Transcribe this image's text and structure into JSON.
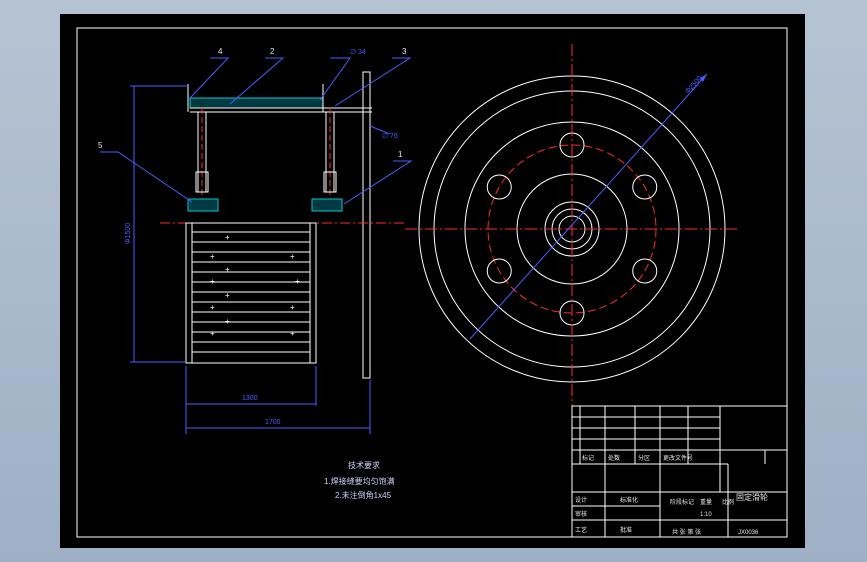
{
  "colors": {
    "background": "#000000",
    "frame": "#ffffff",
    "dimension": "#4a5cff",
    "centerline": "#ff2a2a",
    "hatch": "#00c8d8",
    "text": "#e8e8e8"
  },
  "balloons": {
    "b1": "1",
    "b2": "2",
    "b3": "3",
    "b4": "4",
    "b5": "5"
  },
  "dimensions": {
    "height_total": "Φ1500",
    "length_inner": "1300",
    "length_total": "1700",
    "diameter_outer": "Φ2500",
    "top_thickness": "∅ 34",
    "flange_note": "∅ 76"
  },
  "notes": {
    "heading": "技术要求",
    "line1": "1.焊接缝要均匀饱满",
    "line2": "2.未注倒角1x45"
  },
  "title_block": {
    "drawing_title": "固定滑轮",
    "drawing_number": "JX0036",
    "scale": "1:10",
    "left_rows": [
      [
        "标记",
        "处数",
        "分区",
        "更改文件号"
      ],
      [
        "设计",
        "",
        "标准化",
        ""
      ],
      [
        "审核",
        "",
        "",
        ""
      ],
      [
        "工艺",
        "",
        "批准",
        ""
      ]
    ],
    "stage_labels": [
      "阶段标记",
      "重量",
      "比例"
    ],
    "sheet_label": "共 张 第 张"
  }
}
